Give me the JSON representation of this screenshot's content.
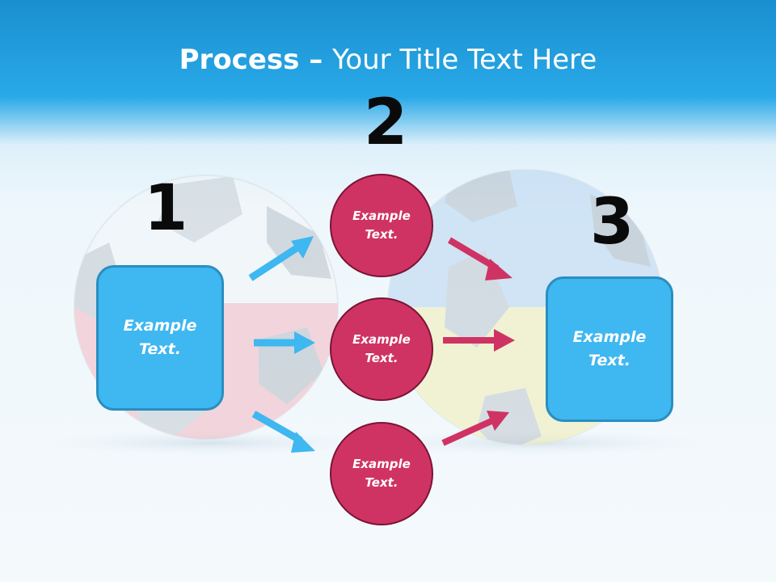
{
  "title": {
    "bold": "Process",
    "separator": " – ",
    "rest": "Your Title Text Here"
  },
  "steps": [
    {
      "number": "1",
      "text_line1": "Example",
      "text_line2": "Text."
    },
    {
      "number": "2",
      "items": [
        {
          "text_line1": "Example",
          "text_line2": "Text."
        },
        {
          "text_line1": "Example",
          "text_line2": "Text."
        },
        {
          "text_line1": "Example",
          "text_line2": "Text."
        }
      ]
    },
    {
      "number": "3",
      "text_line1": "Example",
      "text_line2": "Text."
    }
  ],
  "colors": {
    "header": "#29a9e8",
    "box_fill": "#3fb7f0",
    "box_border": "#2a8ec0",
    "circle_fill": "#cf3364",
    "circle_border": "#7a1434",
    "arrow_blue": "#3fb7f0",
    "arrow_pink": "#cf3364"
  },
  "icons": {
    "left_ball": "soccer-ball-icon",
    "right_ball": "soccer-ball-icon"
  }
}
